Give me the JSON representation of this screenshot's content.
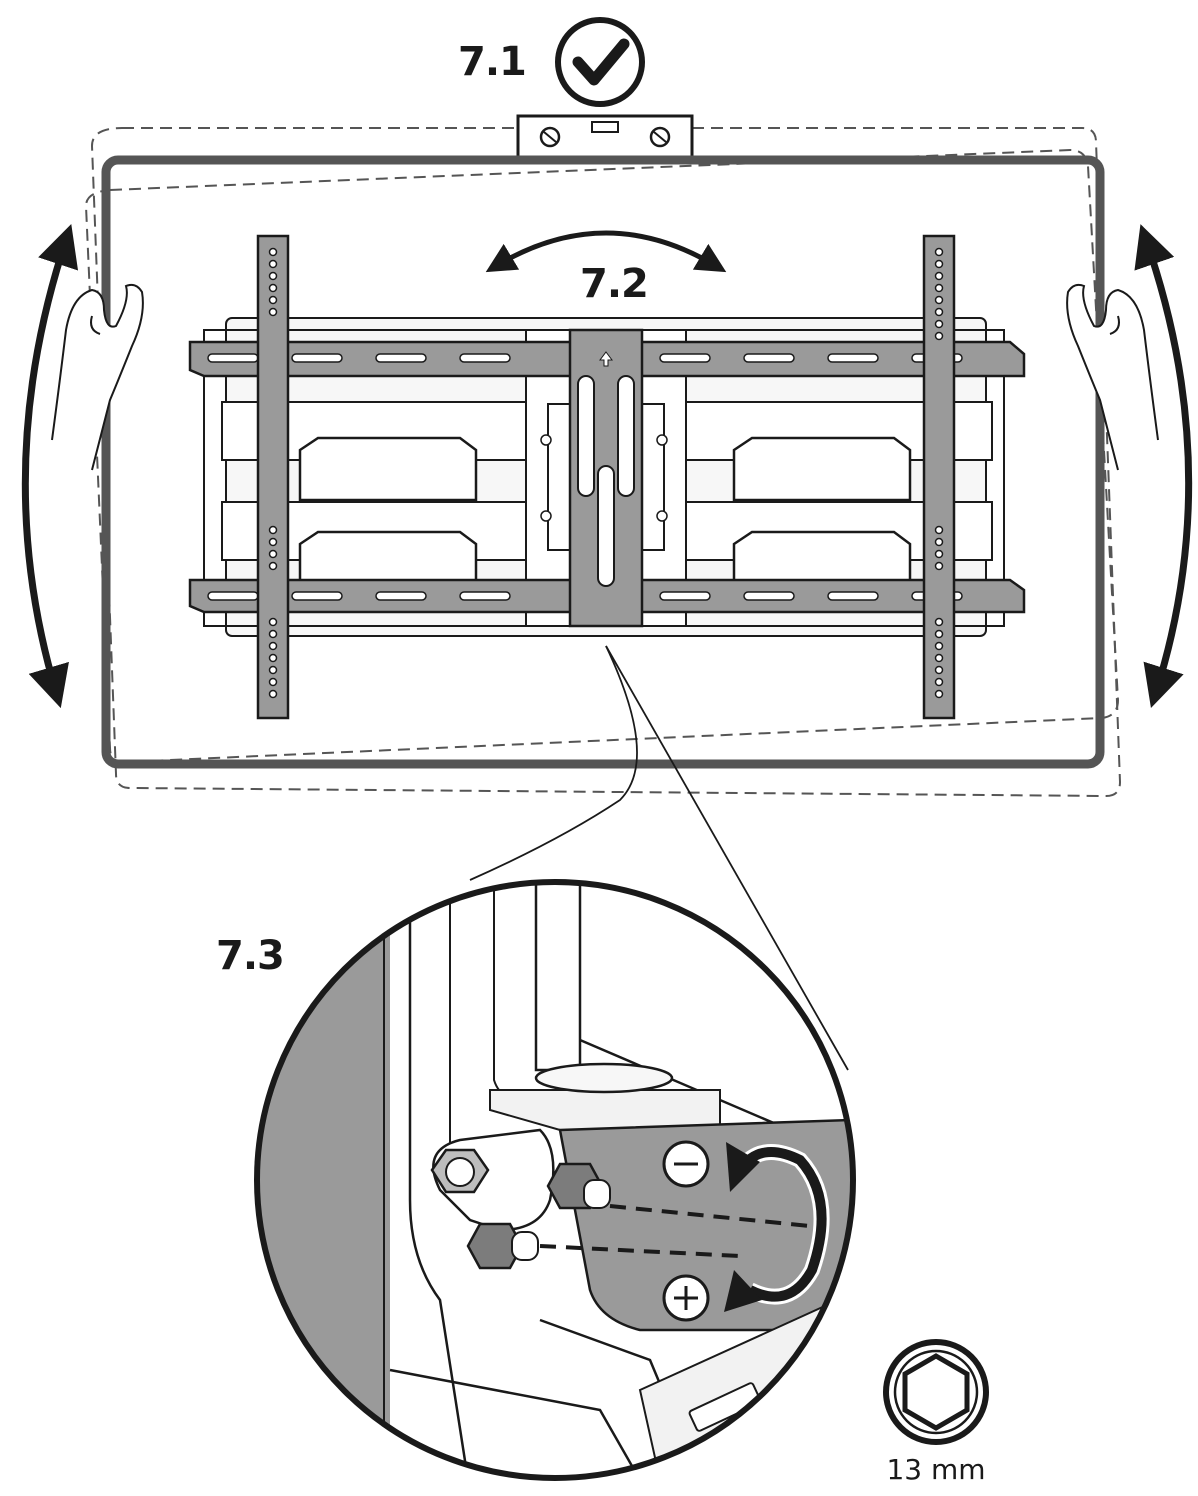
{
  "steps": {
    "level_check": "7.1",
    "tilt_adjust": "7.2",
    "tension_adjust": "7.3"
  },
  "tool": {
    "size_label": "13 mm"
  },
  "icons": {
    "check": "check-circle-icon",
    "minus": "minus-circle-icon",
    "plus": "plus-circle-icon",
    "hex_socket": "hex-socket-icon"
  },
  "colors": {
    "ink": "#1a1a1a",
    "metal": "#9a9a9a",
    "metal_dark": "#7c7c7c",
    "panel": "#f2f2f2"
  }
}
